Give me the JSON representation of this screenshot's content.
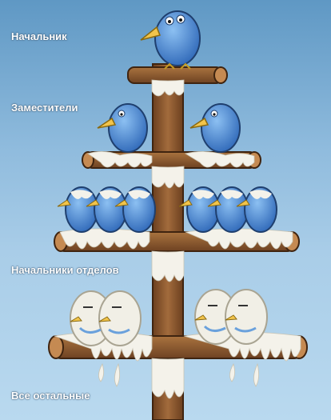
{
  "labels": {
    "boss": "Начальник",
    "deputies": "Заместители",
    "department_heads": "Начальники отделов",
    "everyone_else": "Все остальные"
  },
  "colors": {
    "sky": "#8fbbdd",
    "pole": "#8a5a34",
    "bird_blue": "#3f7ccf",
    "bird_beak": "#f2c44b",
    "droppings": "#f4f2ea"
  }
}
